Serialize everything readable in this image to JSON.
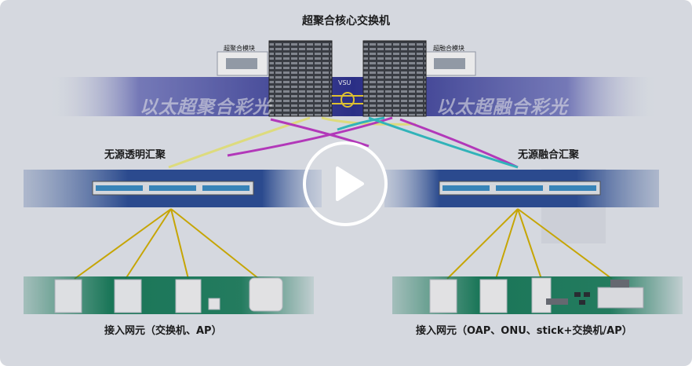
{
  "diagram": {
    "title": "超聚合核心交换机",
    "left_module_label": "超聚合模块",
    "right_module_label": "超融合模块",
    "vsu_label": "VSU",
    "left_band_label": "以太超聚合彩光",
    "right_band_label": "以太超融合彩光",
    "left_aggregation_label": "无源透明汇聚",
    "right_aggregation_label": "无源融合汇聚",
    "left_access_label": "接入网元（交换机、AP）",
    "right_access_label": "接入网元（OAP、ONU、stick+交换机/AP）"
  },
  "player": {
    "play_icon": "play-icon"
  },
  "colors": {
    "band_blue": "#2b2f8f",
    "access_green": "#0e7a55",
    "link_yellow": "#d8b400",
    "link_magenta": "#c23ac9",
    "link_cyan": "#33c3c9",
    "link_yellow_light": "#f3ef7a"
  }
}
